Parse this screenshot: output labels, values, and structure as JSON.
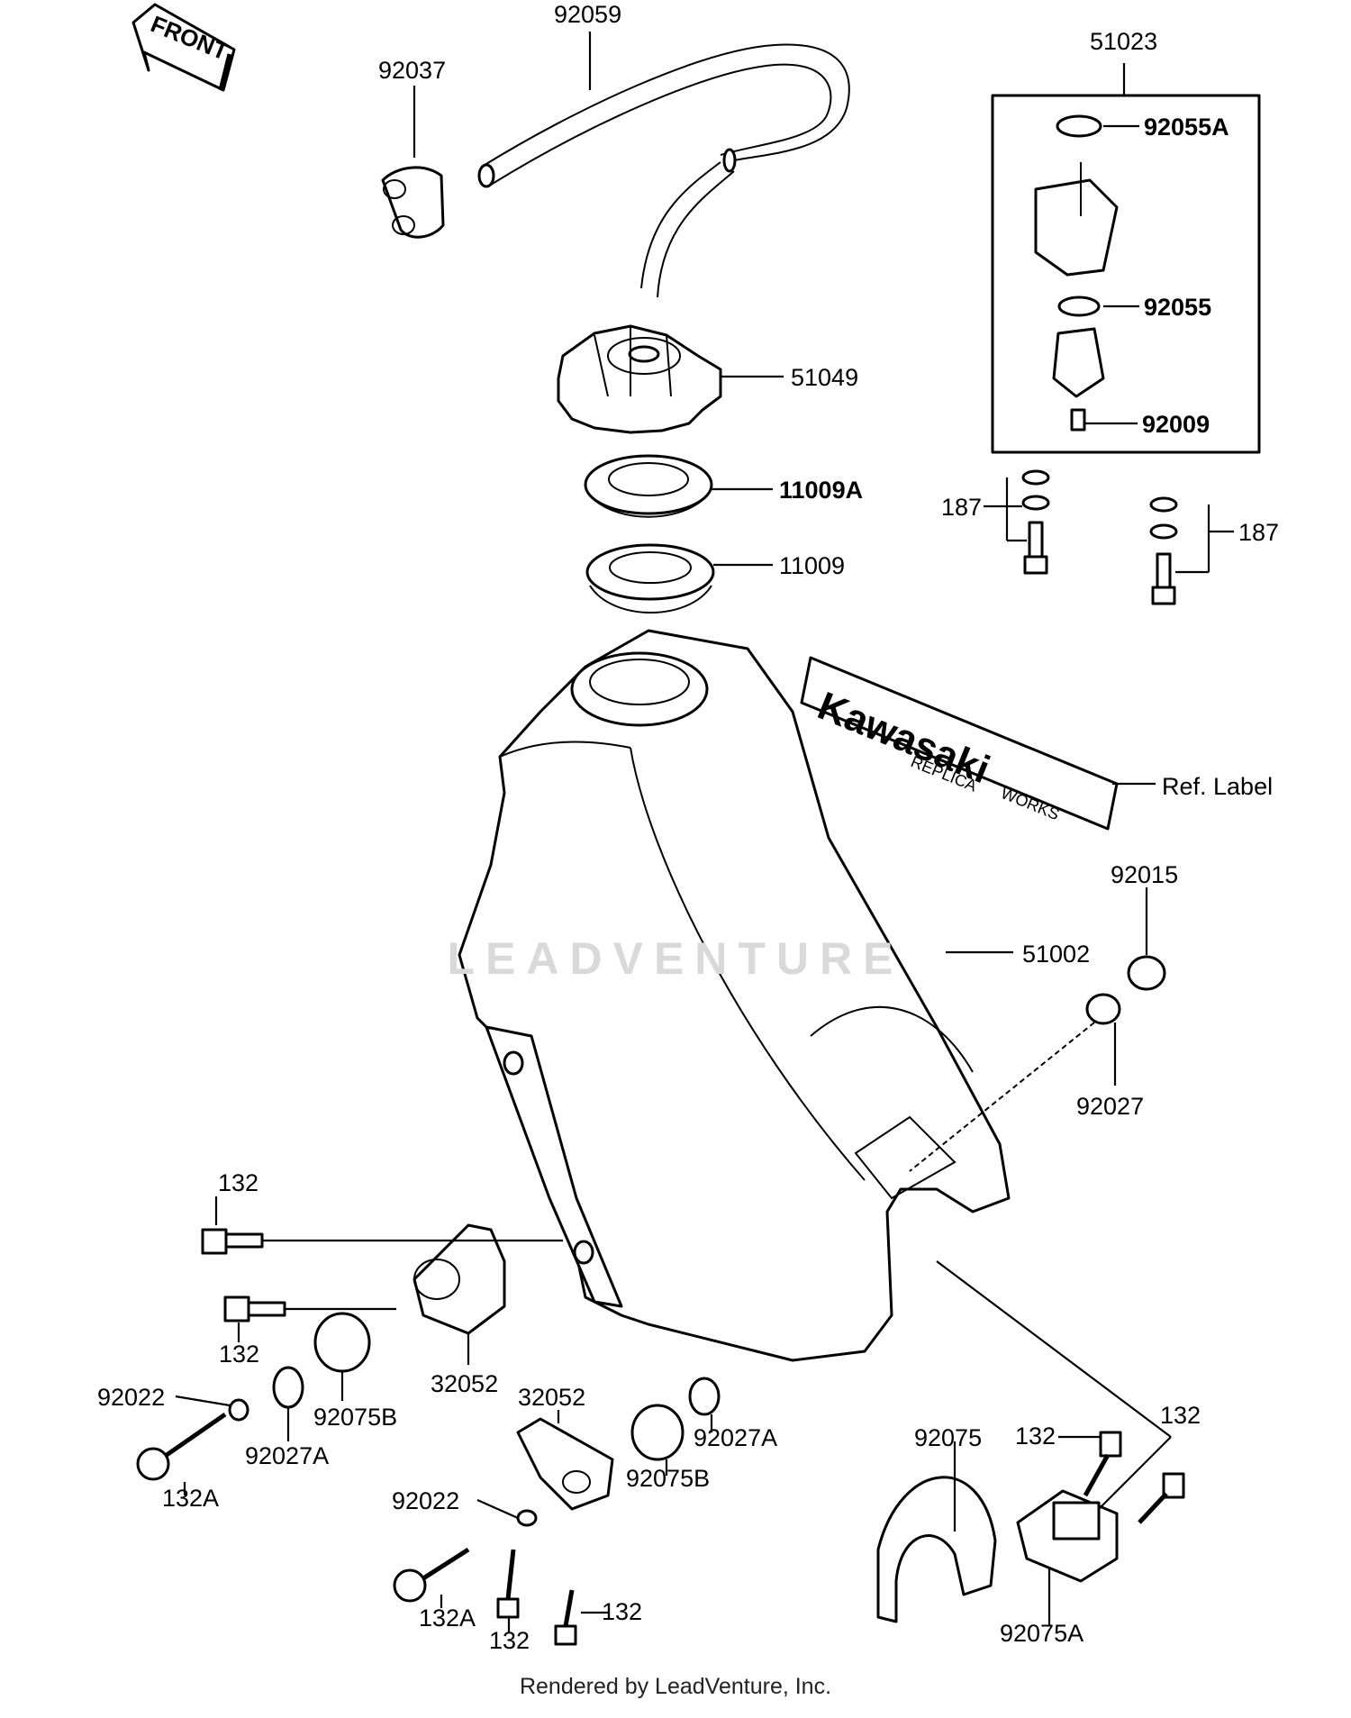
{
  "front_label": "FRONT",
  "labels": {
    "p92059": "92059",
    "p92037": "92037",
    "p51023": "51023",
    "p92055A": "92055A",
    "p92055": "92055",
    "p92009": "92009",
    "p51049": "51049",
    "p11009A": "11009A",
    "p11009": "11009",
    "p187_left": "187",
    "p187_right": "187",
    "ref_label": "Ref. Label",
    "p92015": "92015",
    "p51002": "51002",
    "p92027": "92027",
    "p132_a": "132",
    "p132_b": "132",
    "p32052_left": "32052",
    "p32052_mid": "32052",
    "p92022_left": "92022",
    "p92027A_left": "92027A",
    "p92075B_left": "92075B",
    "p132A_left": "132A",
    "p92027A_right": "92027A",
    "p92075B_right": "92075B",
    "p92022_mid": "92022",
    "p132A_mid": "132A",
    "p132_c": "132",
    "p132_d": "132",
    "p92075": "92075",
    "p132_e": "132",
    "p132_f": "132",
    "p92075A": "92075A"
  },
  "decal": {
    "brand": "Kawasaki",
    "sub1": "WORKS",
    "sub2": "REPLICA"
  },
  "watermark": "LEADVENTURE",
  "footer": "Rendered by LeadVenture, Inc."
}
